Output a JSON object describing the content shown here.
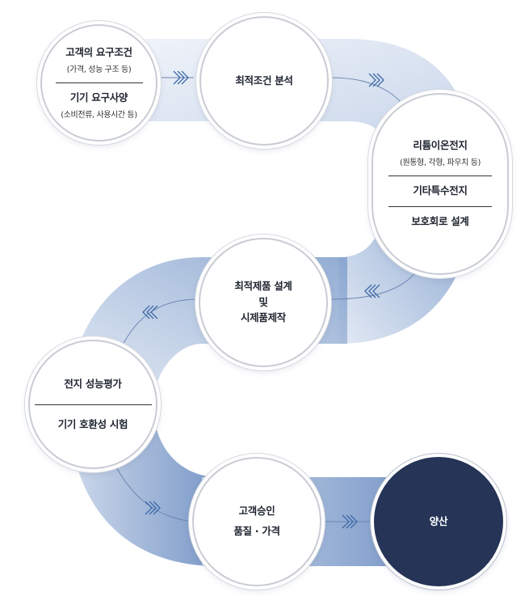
{
  "nodes": {
    "customer_requirements": {
      "title": "고객의 요구조건",
      "subtitle": "(가격, 성능 구조 등)",
      "title2": "기기 요구사양",
      "subtitle2": "(소비전류, 사용시간 등)"
    },
    "optimal_analysis": {
      "title": "최적조건 분석"
    },
    "cell_selection": {
      "title": "리튬이온전지",
      "subtitle": "(원통형, 각형, 파우치 등)",
      "title2": "기타특수전지",
      "title3": "보호회로 설계"
    },
    "product_design": {
      "line1": "최적제품 설계",
      "line2": "및",
      "line3": "시제품제작"
    },
    "battery_evaluation": {
      "title": "전지 성능평가",
      "title2": "기기 호환성 시험"
    },
    "customer_approval": {
      "line1": "고객승인",
      "line2": "품질 · 가격"
    },
    "mass_production": {
      "title": "양산"
    }
  },
  "colors": {
    "dark_navy": "#253457",
    "band_light": "#e9eef7",
    "band_mid": "#b7c8e2",
    "band_dark": "#6f90c2"
  }
}
